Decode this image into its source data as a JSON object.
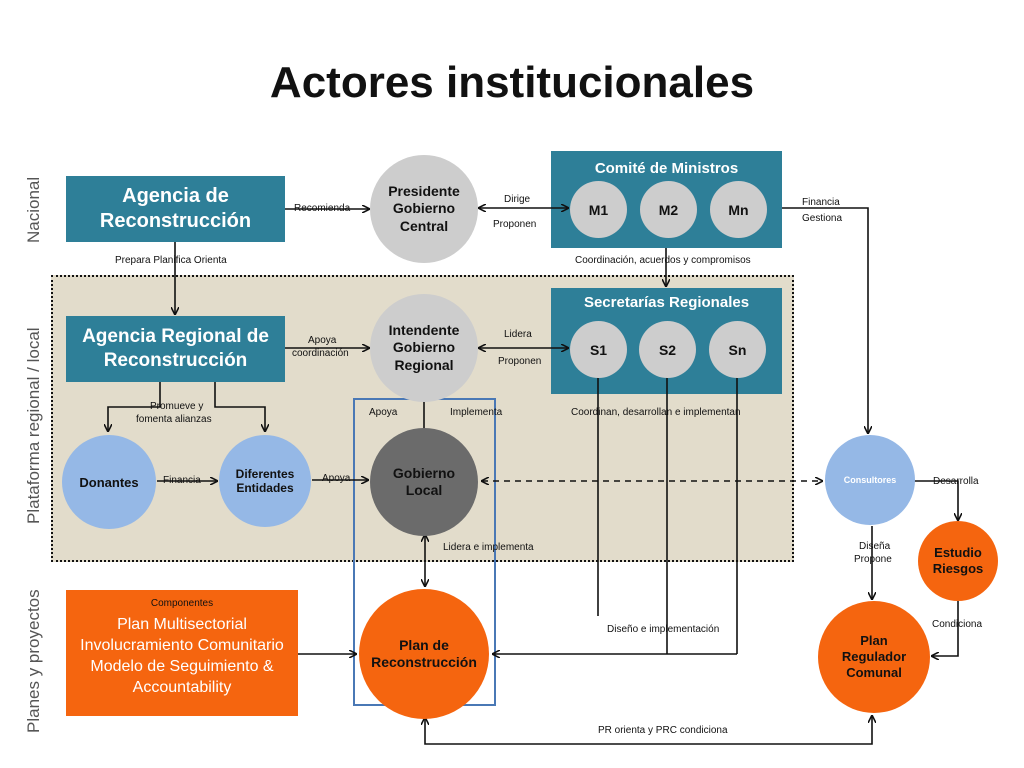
{
  "title": "Actores institucionales",
  "side_labels": {
    "nacional": "Nacional",
    "regional": "Plataforma regional / local",
    "planes": "Planes y proyectos"
  },
  "boxes": {
    "agencia": "Agencia de Reconstrucción",
    "agencia_regional": "Agencia Regional de Reconstrucción",
    "componentes_title": "Componentes",
    "componentes_items": [
      "Plan Multisectorial",
      "Involucramiento Comunitario",
      "Modelo de Seguimiento &",
      "Accountability"
    ]
  },
  "panels": {
    "comite": "Comité de Ministros",
    "secretarias": "Secretarías Regionales"
  },
  "nodes": {
    "presidente": "Presidente Gobierno Central",
    "m1": "M1",
    "m2": "M2",
    "mn": "Mn",
    "intendente": "Intendente Gobierno Regional",
    "s1": "S1",
    "s2": "S2",
    "sn": "Sn",
    "donantes": "Donantes",
    "entidades": "Diferentes Entidades",
    "gobierno_local": "Gobierno Local",
    "consultores": "Consultores",
    "estudio": "Estudio Riesgos",
    "plan": "Plan de Reconstrucción",
    "plan_regulador": "Plan Regulador Comunal"
  },
  "edge_labels": {
    "recomienda": "Recomienda",
    "dirige": "Dirige",
    "proponen1": "Proponen",
    "financia": "Financia",
    "gestiona": "Gestiona",
    "prepara": "Prepara Planifica Orienta",
    "coordinacion": "Coordinación, acuerdos y compromisos",
    "apoya_coord_1": "Apoya",
    "apoya_coord_2": "coordinación",
    "lidera": "Lidera",
    "proponen2": "Proponen",
    "promueve_1": "Promueve y",
    "promueve_2": "fomenta alianzas",
    "apoya_gl": "Apoya",
    "implementa": "Implementa",
    "coordinan": "Coordinan, desarrollan e  implementan",
    "financia2": "Financia",
    "apoya2": "Apoya",
    "desarrolla": "Desarrolla",
    "lidera_impl": "Lidera e implementa",
    "disena_1": "Diseña",
    "disena_2": "Propone",
    "condiciona": "Condiciona",
    "diseno_impl": "Diseño e implementación",
    "pr_orienta": "PR orienta y PRC condiciona"
  },
  "colors": {
    "teal": "#2e7f98",
    "grey": "#cdcdcd",
    "light_blue": "#95b8e6",
    "dark_grey": "#6b6b6b",
    "orange": "#f5650f",
    "band": "#e2dccb",
    "highlight": "#4a78b5"
  }
}
